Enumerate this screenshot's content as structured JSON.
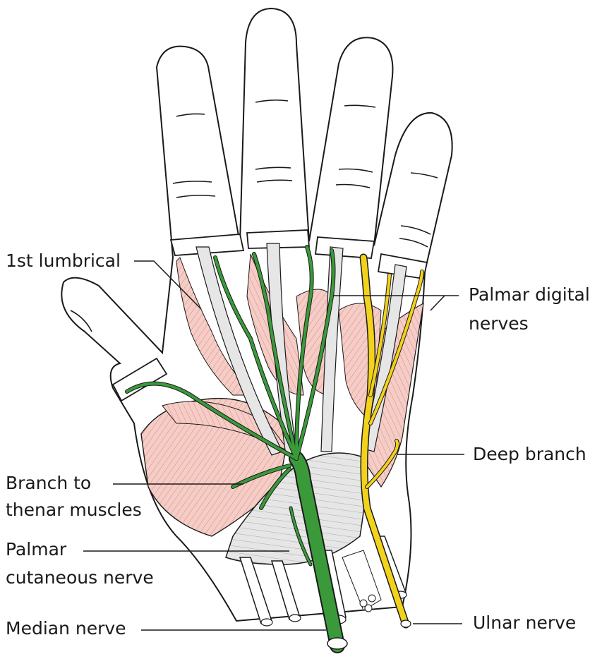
{
  "labels": {
    "first_lumbrical": "1st lumbrical",
    "palmar_digital_1": "Palmar digital",
    "palmar_digital_2": "nerves",
    "deep_branch": "Deep branch",
    "thenar_1": "Branch to",
    "thenar_2": "thenar muscles",
    "palmar_cut_1": "Palmar",
    "palmar_cut_2": "cutaneous nerve",
    "median": "Median nerve",
    "ulnar": "Ulnar nerve"
  },
  "colors": {
    "median_nerve": "#3a9a3a",
    "ulnar_nerve": "#f2d21a",
    "muscle": "#f5c9c2",
    "tendon": "#e4e4e4",
    "outline": "#1a1a1a"
  }
}
